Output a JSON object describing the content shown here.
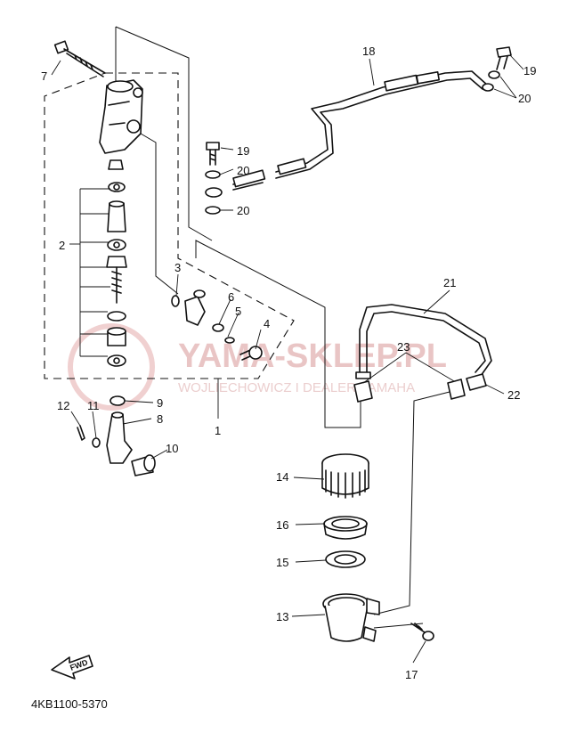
{
  "diagram": {
    "part_number_code": "4KB1100-5370",
    "fwd_label": "FWD",
    "watermark": {
      "title": "YAMA-SKLEP.PL",
      "subtitle": "WOJLIECHOWICZ I DEALER YAMAHA"
    },
    "callouts": {
      "c1": "1",
      "c2": "2",
      "c3": "3",
      "c4": "4",
      "c5": "5",
      "c6": "6",
      "c7": "7",
      "c8": "8",
      "c9": "9",
      "c10": "10",
      "c11": "11",
      "c12": "12",
      "c13": "13",
      "c14": "14",
      "c15": "15",
      "c16": "16",
      "c17": "17",
      "c18": "18",
      "c19a": "19",
      "c19b": "19",
      "c20a": "20",
      "c20b": "20",
      "c20c": "20",
      "c21": "21",
      "c22": "22",
      "c23": "23"
    }
  }
}
